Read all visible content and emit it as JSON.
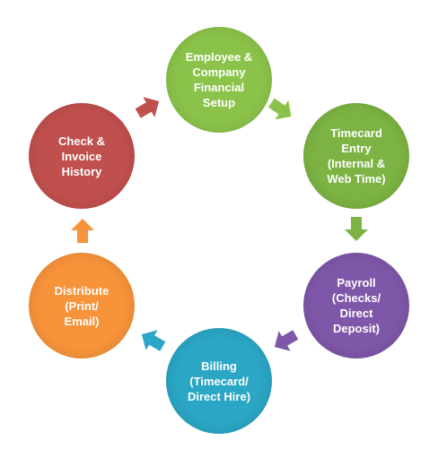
{
  "diagram": {
    "nodes": [
      {
        "id": "setup",
        "label": "Employee &\nCompany\nFinancial\nSetup",
        "color": "#8bc34a"
      },
      {
        "id": "time",
        "label": "Timecard\nEntry\n(Internal  &\nWeb Time)",
        "color": "#7cb342"
      },
      {
        "id": "payroll",
        "label": "Payroll\n(Checks/\nDirect\nDeposit)",
        "color": "#7e57a8"
      },
      {
        "id": "billing",
        "label": "Billing\n(Timecard/\nDirect Hire)",
        "color": "#2ba6c4"
      },
      {
        "id": "distrib",
        "label": "Distribute\n(Print/\nEmail)",
        "color": "#f7933a"
      },
      {
        "id": "check",
        "label": "Check &\nInvoice\nHistory",
        "color": "#c0504d"
      }
    ],
    "arrows": [
      {
        "from": "setup",
        "to": "time",
        "color": "#8bc34a"
      },
      {
        "from": "time",
        "to": "payroll",
        "color": "#7cb342"
      },
      {
        "from": "payroll",
        "to": "billing",
        "color": "#7e57a8"
      },
      {
        "from": "billing",
        "to": "distrib",
        "color": "#2ba6c4"
      },
      {
        "from": "distrib",
        "to": "check",
        "color": "#f7933a"
      },
      {
        "from": "check",
        "to": "setup",
        "color": "#c0504d"
      }
    ]
  }
}
